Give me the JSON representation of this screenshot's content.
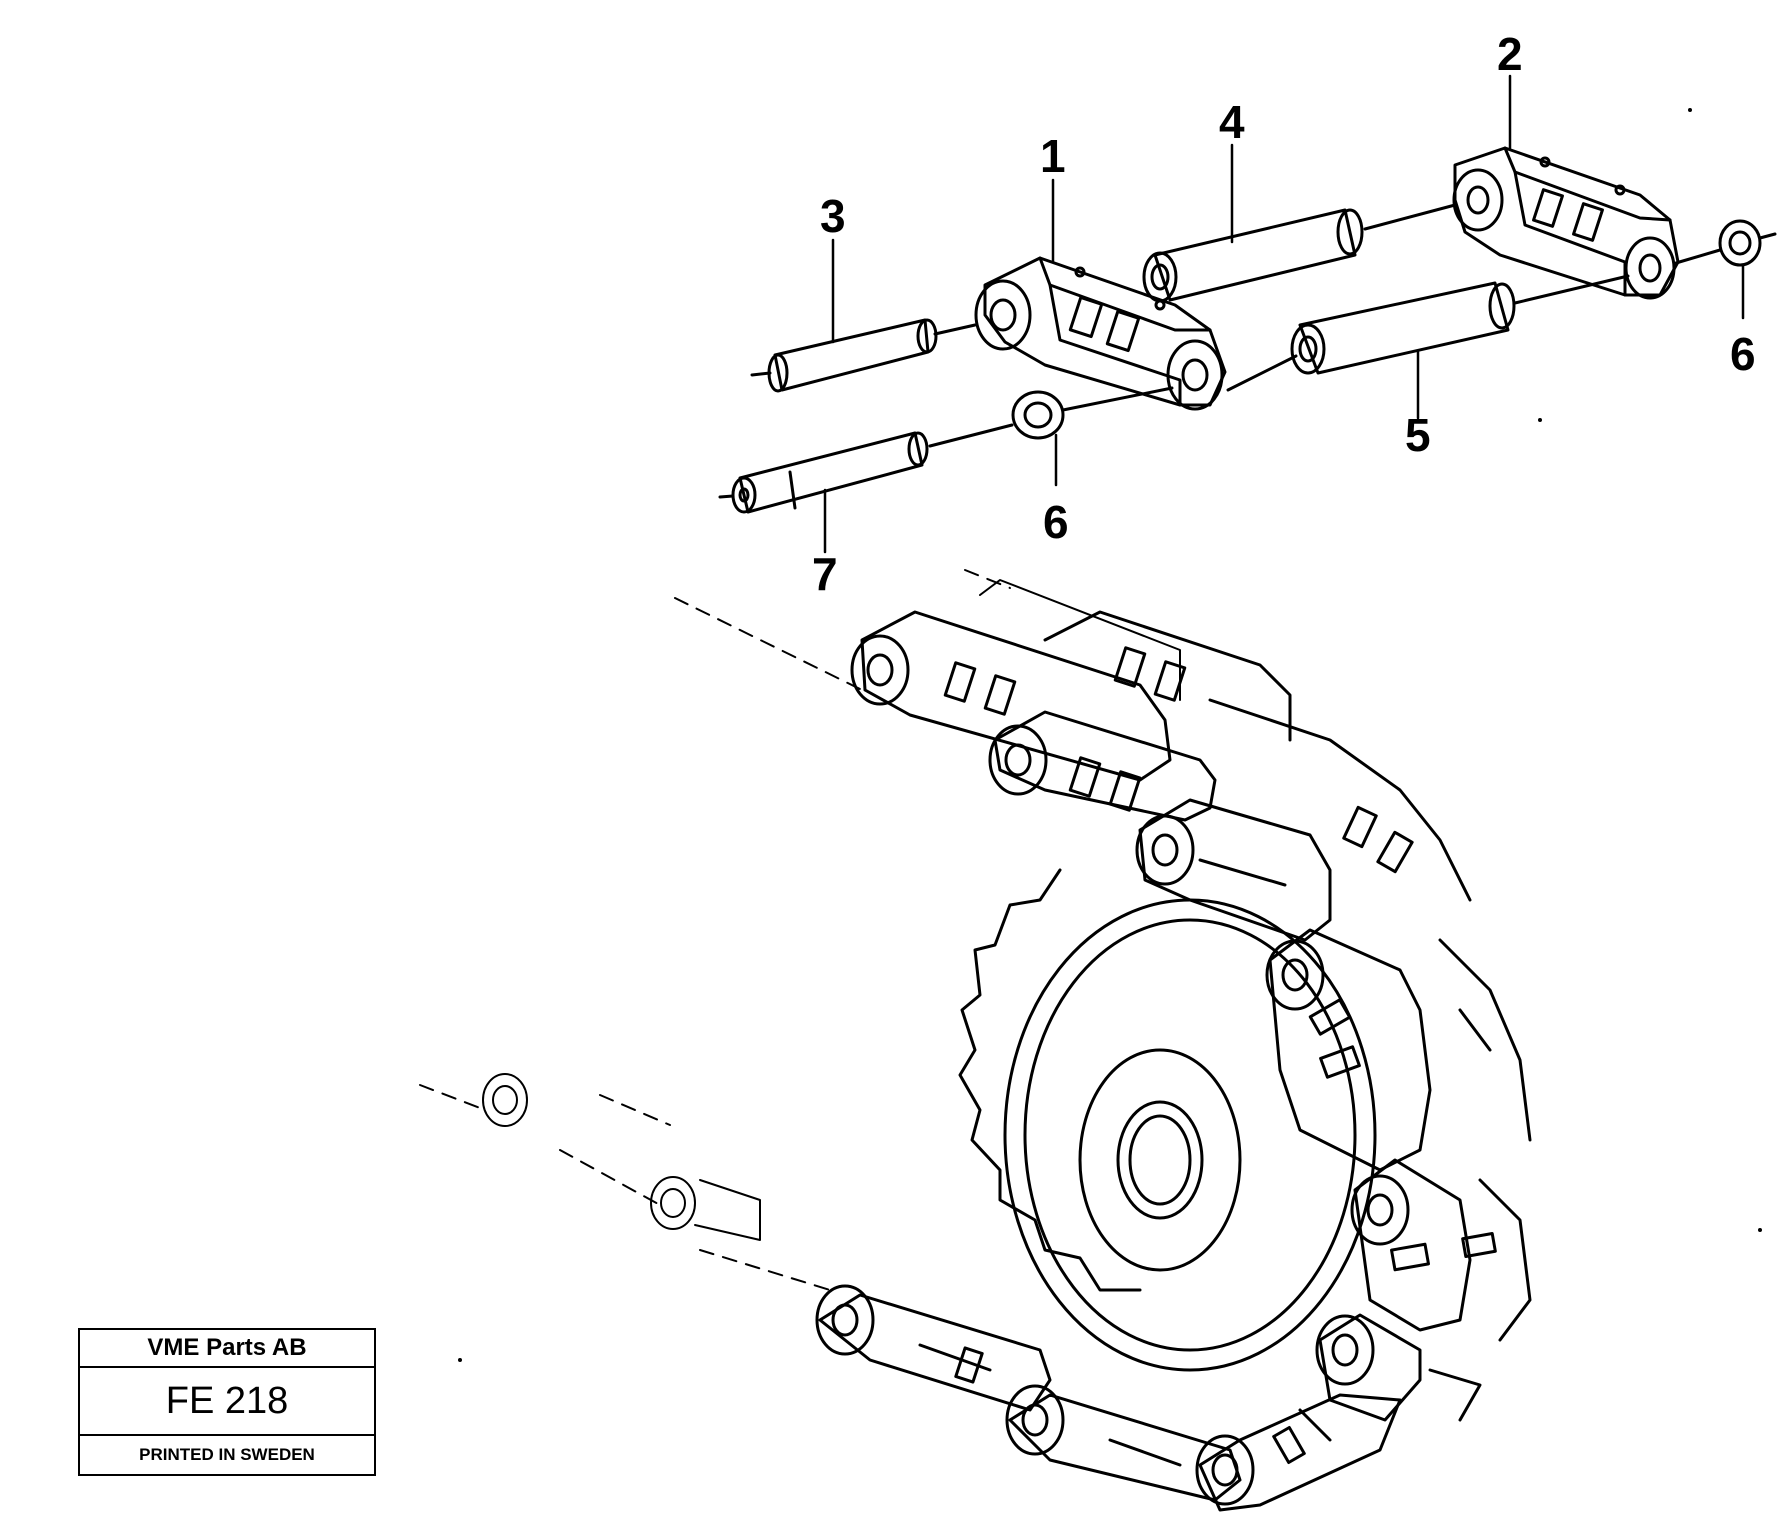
{
  "callouts": {
    "c1": "1",
    "c2": "2",
    "c3": "3",
    "c4": "4",
    "c5": "5",
    "c6a": "6",
    "c6b": "6",
    "c7": "7"
  },
  "title_block": {
    "company": "VME Parts AB",
    "code": "FE 218",
    "printed": "PRINTED IN SWEDEN"
  }
}
